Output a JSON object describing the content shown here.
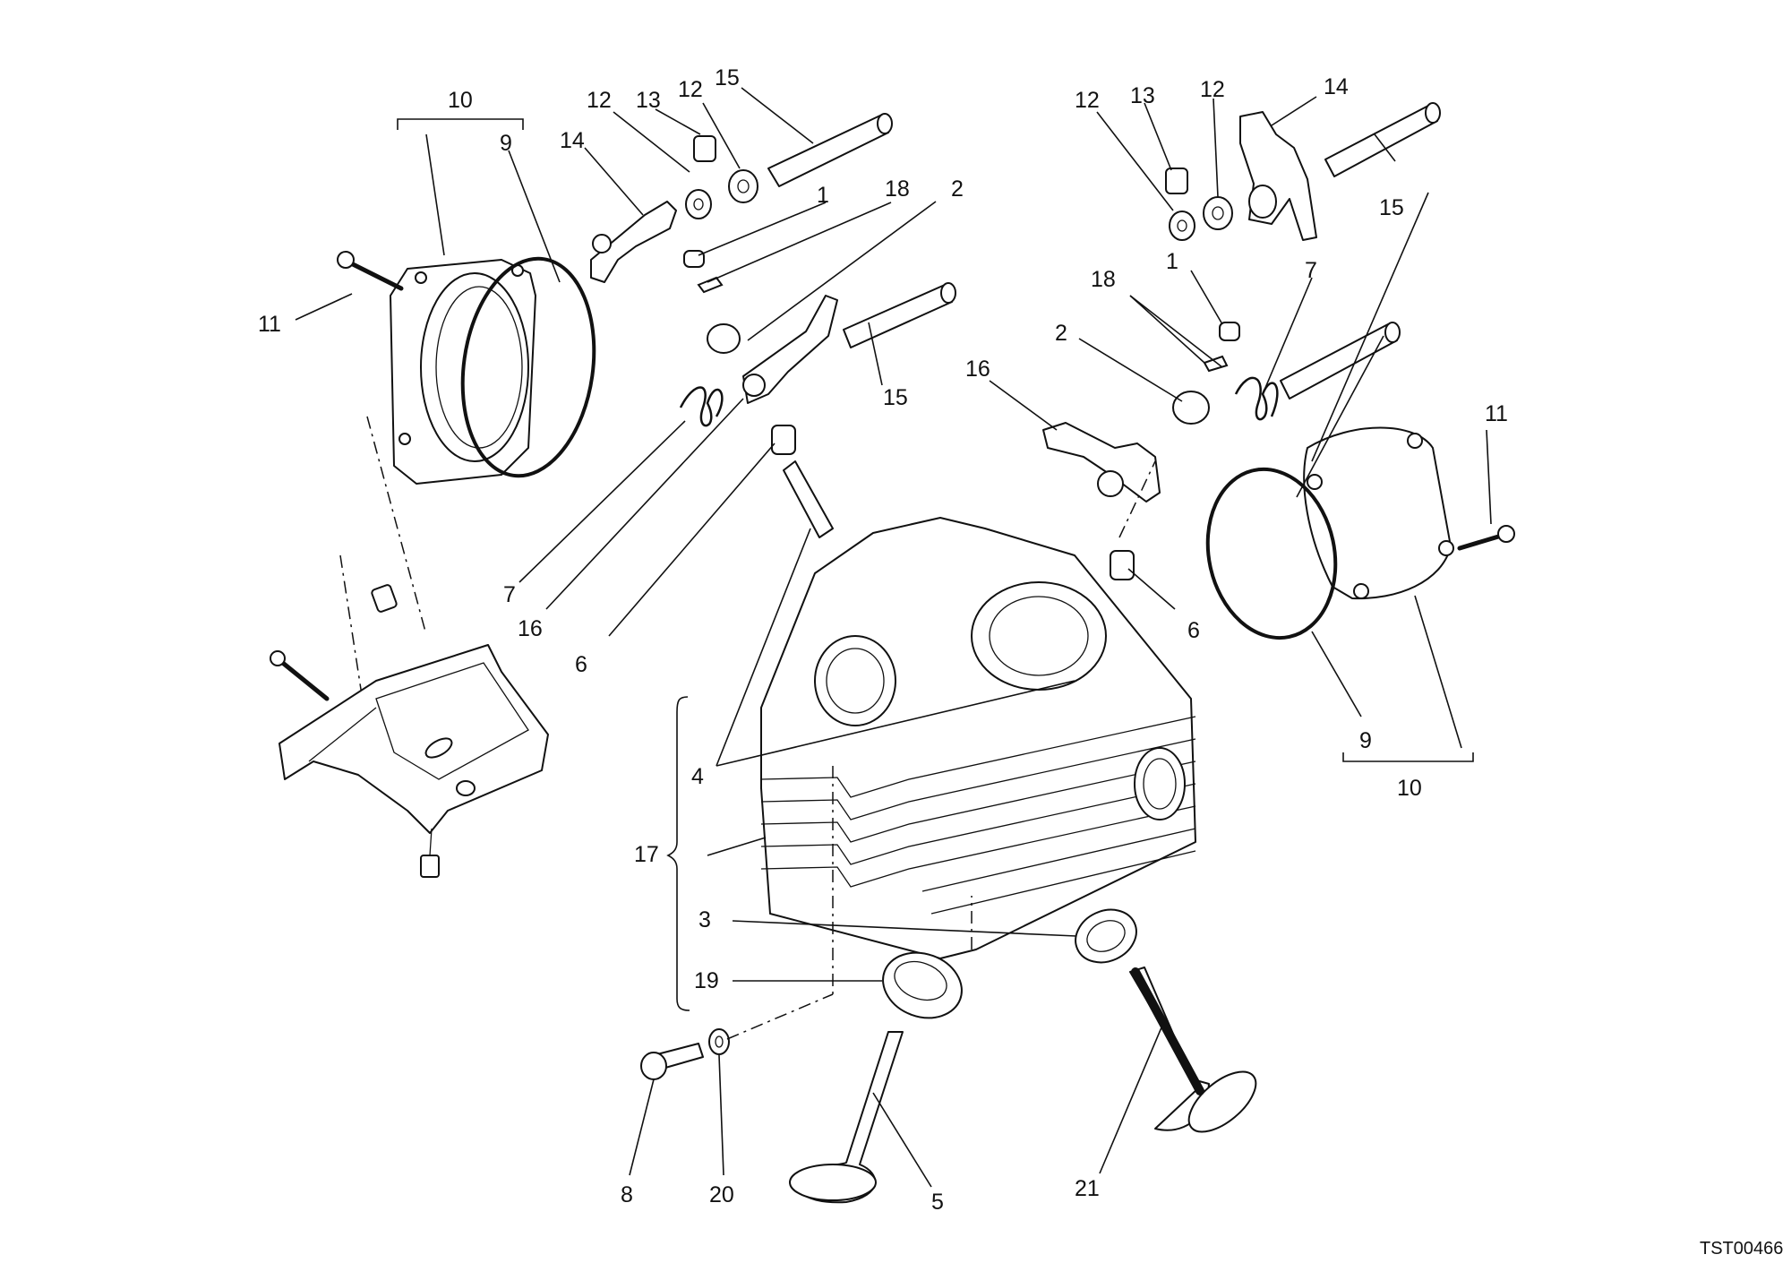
{
  "diagram": {
    "code": "TST00466",
    "callouts": {
      "c10a": "10",
      "c9a": "9",
      "c11a": "11",
      "c12a": "12",
      "c13a": "13",
      "c12b": "12",
      "c15a": "15",
      "c14a": "14",
      "c1a": "1",
      "c18a": "18",
      "c2a": "2",
      "c15b": "15",
      "c7a": "7",
      "c16a": "16",
      "c6a": "6",
      "c12c": "12",
      "c13b": "13",
      "c12d": "12",
      "c14b": "14",
      "c15c": "15",
      "c7b": "7",
      "c1b": "1",
      "c18b": "18",
      "c2b": "2",
      "c16b": "16",
      "c11b": "11",
      "c6b": "6",
      "c9b": "9",
      "c10b": "10",
      "c4": "4",
      "c17": "17",
      "c3": "3",
      "c19": "19",
      "c8": "8",
      "c20": "20",
      "c5": "5",
      "c21": "21"
    }
  }
}
